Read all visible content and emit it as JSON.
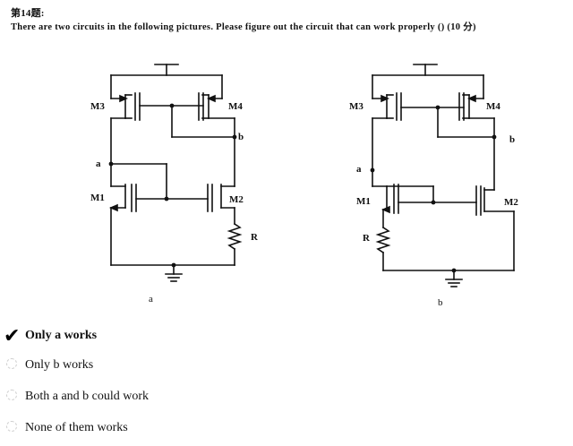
{
  "question": {
    "number_label": "第14题:",
    "text": "There are two circuits in the following pictures. Please figure out the circuit that can work properly () (10 分)"
  },
  "circuits": [
    {
      "caption": "a",
      "labels": {
        "m3": "M3",
        "m4": "M4",
        "m1": "M1",
        "m2": "M2",
        "node_a": "a",
        "node_b": "b",
        "r": "R"
      }
    },
    {
      "caption": "b",
      "labels": {
        "m3": "M3",
        "m4": "M4",
        "m1": "M1",
        "m2": "M2",
        "node_a": "a",
        "node_b": "b",
        "r": "R"
      }
    }
  ],
  "options": [
    {
      "label": "Only a works",
      "selected": true,
      "icon": "checkmark-icon"
    },
    {
      "label": "Only b works",
      "selected": false
    },
    {
      "label": "Both a and b could work",
      "selected": false
    },
    {
      "label": "None of them works",
      "selected": false
    }
  ]
}
